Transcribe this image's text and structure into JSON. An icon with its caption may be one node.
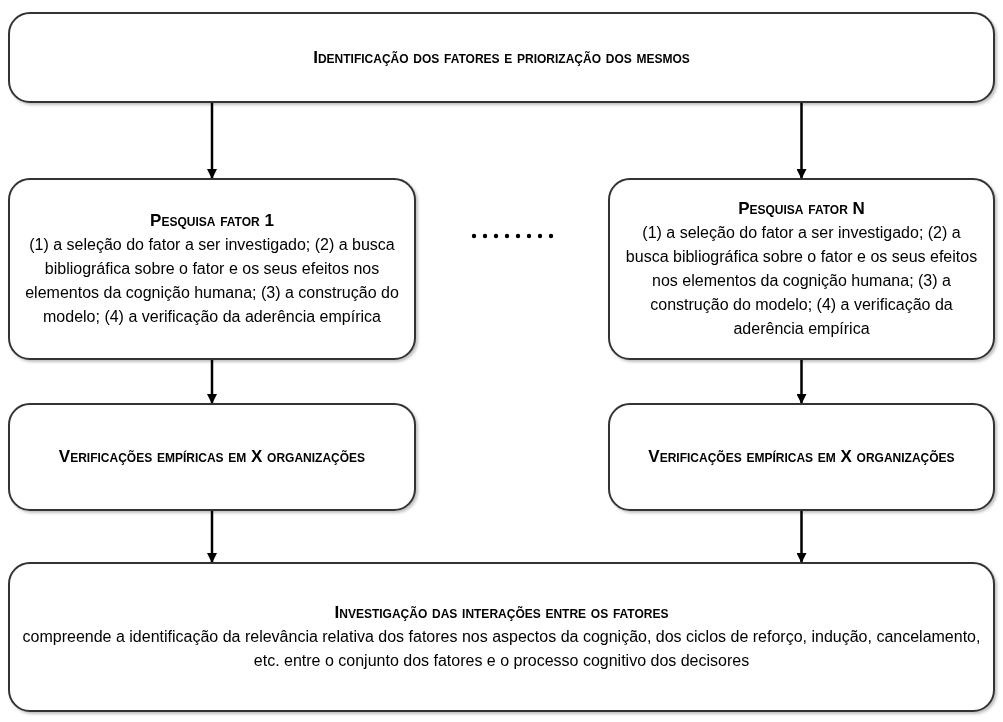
{
  "diagram": {
    "nodes": [
      {
        "text": [
          "Identificação dos fatores e priorização dos mesmos"
        ]
      },
      {
        "text": [
          "Pesquisa fator 1",
          "(1) a seleção do fator a ser investigado; (2) a busca bibliográfica sobre o fator e os seus efeitos nos elementos da cognição humana; (3) a construção do modelo; (4) a verificação da aderência empírica"
        ]
      },
      {
        "text": [
          "Pesquisa fator N",
          "(1) a seleção do fator a ser investigado; (2) a busca bibliográfica sobre o fator e os seus efeitos nos elementos da cognição humana; (3) a construção do modelo; (4) a verificação da aderência empírica"
        ]
      },
      {
        "text": [
          "Verificações empíricas em X organizações"
        ]
      },
      {
        "text": [
          "Verificações empíricas em X organizações"
        ]
      },
      {
        "text": [
          "Investigação das interações entre os fatores",
          "compreende a identificação da relevância relativa dos fatores nos aspectos da cognição, dos ciclos de reforço, indução, cancelamento, etc. entre o conjunto dos fatores e o processo cognitivo dos decisores"
        ]
      }
    ],
    "edges": [
      {
        "from": 0,
        "to": 1,
        "arrow": "to"
      },
      {
        "from": 0,
        "to": 2,
        "arrow": "to"
      },
      {
        "from": 1,
        "to": 3,
        "arrow": "to"
      },
      {
        "from": 2,
        "to": 4,
        "arrow": "to"
      },
      {
        "from": 3,
        "to": 5,
        "arrow": "to"
      },
      {
        "from": 4,
        "to": 5,
        "arrow": "to"
      }
    ]
  }
}
